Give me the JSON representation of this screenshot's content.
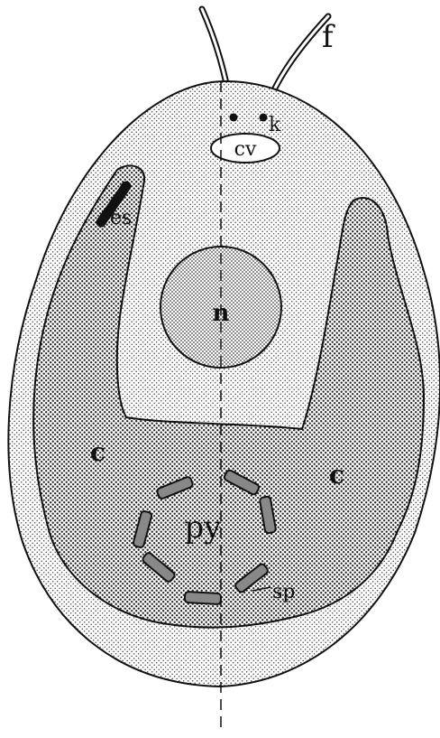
{
  "diagram": {
    "labels": {
      "flagella": "f",
      "kinetosome": "k",
      "contractile_vacuole": "cv",
      "eyespot": "es",
      "nucleus": "n",
      "chloroplast_left": "c",
      "chloroplast_right": "c",
      "pyrenoid": "py",
      "starch_plate": "sp"
    }
  }
}
